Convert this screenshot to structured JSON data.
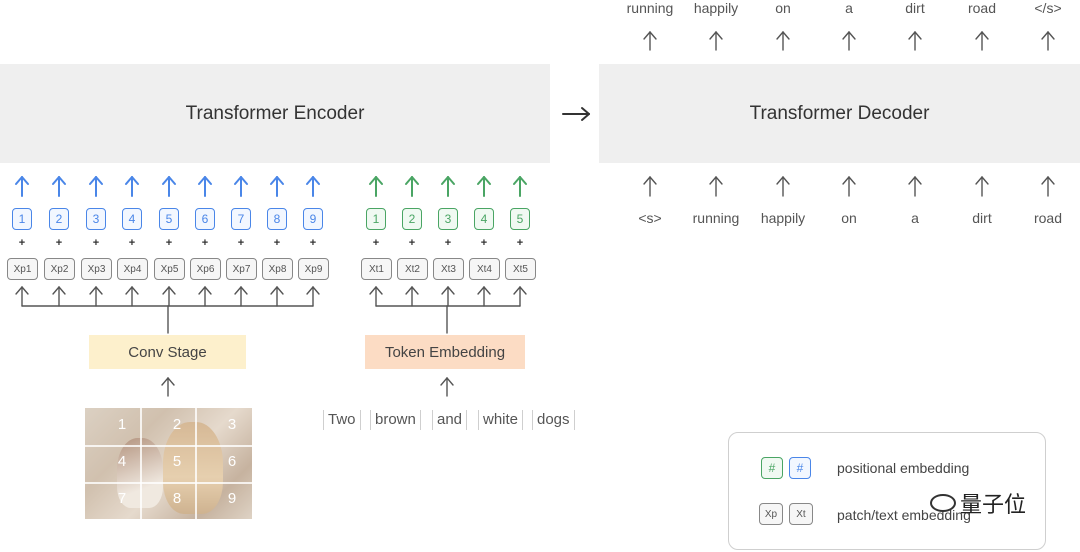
{
  "encoder": {
    "label": "Transformer Encoder"
  },
  "decoder": {
    "label": "Transformer Decoder"
  },
  "patches": {
    "positions": [
      "1",
      "2",
      "3",
      "4",
      "5",
      "6",
      "7",
      "8",
      "9"
    ],
    "tokens": [
      "Xp1",
      "Xp2",
      "Xp3",
      "Xp4",
      "Xp5",
      "Xp6",
      "Xp7",
      "Xp8",
      "Xp9"
    ]
  },
  "text_tokens": {
    "positions": [
      "1",
      "2",
      "3",
      "4",
      "5"
    ],
    "tokens": [
      "Xt1",
      "Xt2",
      "Xt3",
      "Xt4",
      "Xt5"
    ]
  },
  "plus_sign": "+",
  "conv_stage": {
    "label": "Conv Stage"
  },
  "token_embedding": {
    "label": "Token Embedding"
  },
  "input_words": [
    "Two",
    "brown",
    "and",
    "white",
    "dogs"
  ],
  "image_grid": [
    "1",
    "2",
    "3",
    "4",
    "5",
    "6",
    "7",
    "8",
    "9"
  ],
  "decoder_inputs": [
    "<s>",
    "running",
    "happily",
    "on",
    "a",
    "dirt",
    "road"
  ],
  "decoder_outputs": [
    "running",
    "happily",
    "on",
    "a",
    "dirt",
    "road",
    "</s>"
  ],
  "legend": {
    "positional_label": "positional embedding",
    "patch_label": "patch/text embedding",
    "pos_symbol": "#",
    "patch_symbol": "Xp",
    "text_symbol": "Xt"
  },
  "watermark": "量子位",
  "colors": {
    "blue": "#4a86e8",
    "green": "#4aa564",
    "conv": "#fdf0cc",
    "token": "#fcdcc4",
    "block": "#efefef"
  }
}
